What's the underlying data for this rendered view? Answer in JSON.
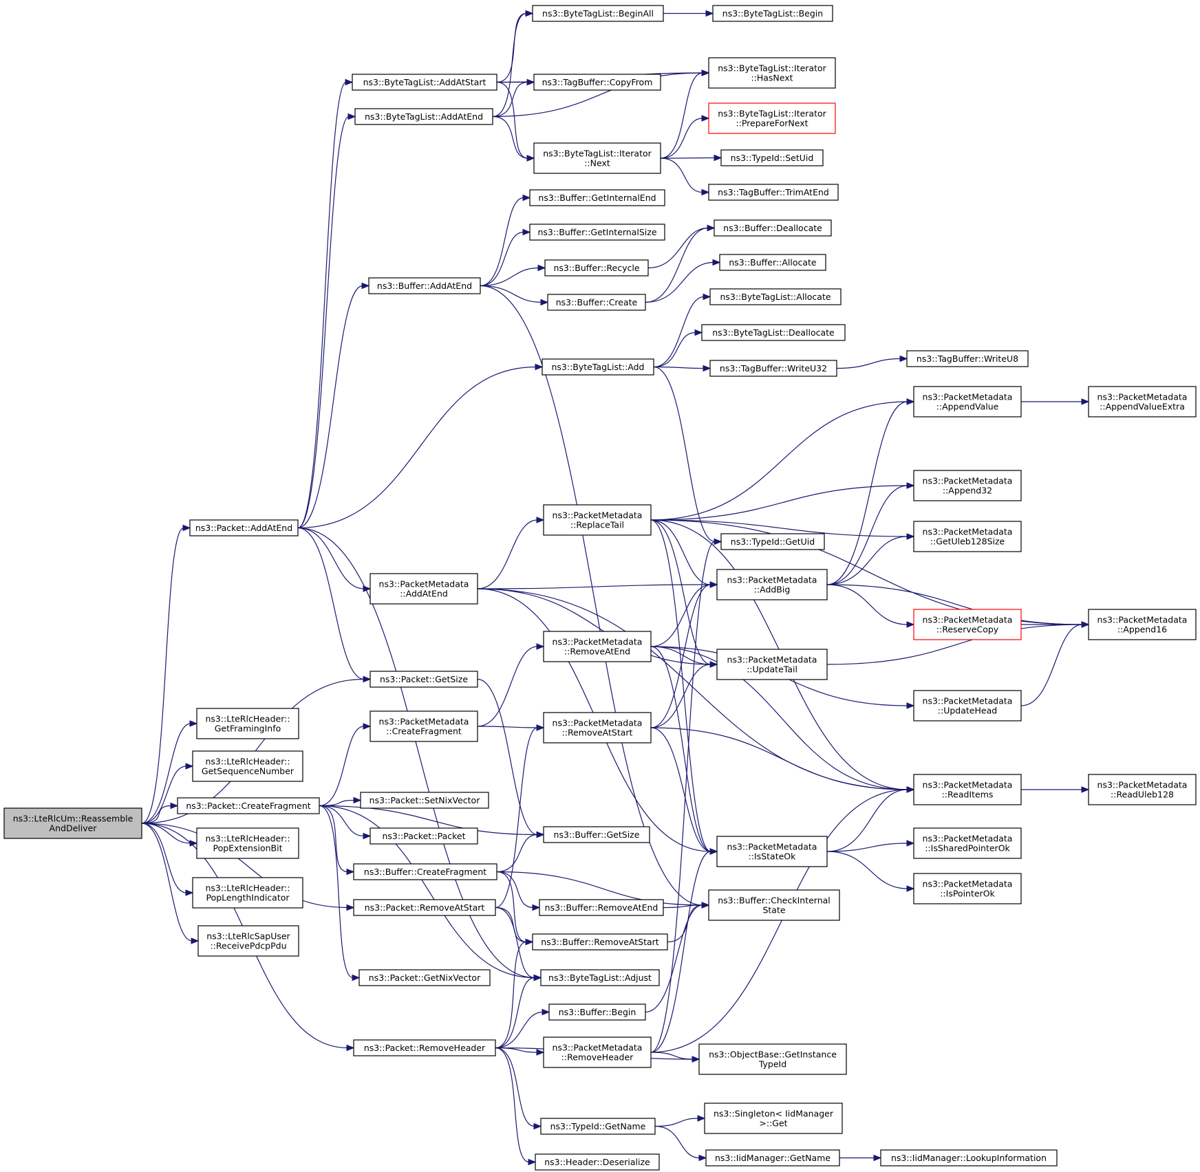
{
  "diagram": {
    "type": "call-graph",
    "colors": {
      "edge": "#191970",
      "root_fill": "#bfbfbf",
      "truncated_border": "#ff0000",
      "node_border": "#000000"
    },
    "nodes": [
      {
        "id": "n0",
        "lines": [
          "ns3::LteRlcUm::Reassemble",
          "AndDeliver"
        ],
        "root": true
      },
      {
        "id": "n1",
        "lines": [
          "ns3::Packet::AddAtEnd"
        ]
      },
      {
        "id": "n2",
        "lines": [
          "ns3::ByteTagList::AddAtStart"
        ]
      },
      {
        "id": "n3",
        "lines": [
          "ns3::ByteTagList::BeginAll"
        ]
      },
      {
        "id": "n4",
        "lines": [
          "ns3::ByteTagList::Begin"
        ]
      },
      {
        "id": "n5",
        "lines": [
          "ns3::ByteTagList::Iterator",
          "::HasNext"
        ]
      },
      {
        "id": "n6",
        "lines": [
          "ns3::TagBuffer::CopyFrom"
        ]
      },
      {
        "id": "n7",
        "lines": [
          "ns3::ByteTagList::Iterator",
          "::Next"
        ]
      },
      {
        "id": "n8",
        "lines": [
          "ns3::ByteTagList::Iterator",
          "::PrepareForNext"
        ],
        "truncated": true
      },
      {
        "id": "n9",
        "lines": [
          "ns3::TypeId::SetUid"
        ]
      },
      {
        "id": "n10",
        "lines": [
          "ns3::TagBuffer::TrimAtEnd"
        ]
      },
      {
        "id": "n11",
        "lines": [
          "ns3::ByteTagList::AddAtEnd"
        ]
      },
      {
        "id": "n12",
        "lines": [
          "ns3::Buffer::AddAtEnd"
        ]
      },
      {
        "id": "n13",
        "lines": [
          "ns3::Buffer::GetInternalEnd"
        ]
      },
      {
        "id": "n14",
        "lines": [
          "ns3::Buffer::GetInternalSize"
        ]
      },
      {
        "id": "n15",
        "lines": [
          "ns3::Buffer::Recycle"
        ]
      },
      {
        "id": "n16",
        "lines": [
          "ns3::Buffer::Deallocate"
        ]
      },
      {
        "id": "n17",
        "lines": [
          "ns3::Buffer::Create"
        ]
      },
      {
        "id": "n18",
        "lines": [
          "ns3::Buffer::Allocate"
        ]
      },
      {
        "id": "n19",
        "lines": [
          "ns3::Buffer::CheckInternal",
          "State"
        ]
      },
      {
        "id": "n20",
        "lines": [
          "ns3::ByteTagList::Add"
        ]
      },
      {
        "id": "n21",
        "lines": [
          "ns3::ByteTagList::Allocate"
        ]
      },
      {
        "id": "n22",
        "lines": [
          "ns3::ByteTagList::Deallocate"
        ]
      },
      {
        "id": "n23",
        "lines": [
          "ns3::TagBuffer::WriteU32"
        ]
      },
      {
        "id": "n24",
        "lines": [
          "ns3::TagBuffer::WriteU8"
        ]
      },
      {
        "id": "n25",
        "lines": [
          "ns3::TypeId::GetUid"
        ]
      },
      {
        "id": "n26",
        "lines": [
          "ns3::PacketMetadata",
          "::AddAtEnd"
        ]
      },
      {
        "id": "n27",
        "lines": [
          "ns3::PacketMetadata",
          "::ReplaceTail"
        ]
      },
      {
        "id": "n28",
        "lines": [
          "ns3::PacketMetadata",
          "::AppendValue"
        ]
      },
      {
        "id": "n29",
        "lines": [
          "ns3::PacketMetadata",
          "::AppendValueExtra"
        ]
      },
      {
        "id": "n30",
        "lines": [
          "ns3::PacketMetadata",
          "::Append16"
        ]
      },
      {
        "id": "n31",
        "lines": [
          "ns3::PacketMetadata",
          "::Append32"
        ]
      },
      {
        "id": "n32",
        "lines": [
          "ns3::PacketMetadata",
          "::GetUleb128Size"
        ]
      },
      {
        "id": "n33",
        "lines": [
          "ns3::PacketMetadata",
          "::AddBig"
        ]
      },
      {
        "id": "n34",
        "lines": [
          "ns3::PacketMetadata",
          "::ReserveCopy"
        ],
        "truncated": true
      },
      {
        "id": "n35",
        "lines": [
          "ns3::PacketMetadata",
          "::UpdateTail"
        ]
      },
      {
        "id": "n36",
        "lines": [
          "ns3::PacketMetadata",
          "::ReadItems"
        ]
      },
      {
        "id": "n37",
        "lines": [
          "ns3::PacketMetadata",
          "::ReadUleb128"
        ]
      },
      {
        "id": "n38",
        "lines": [
          "ns3::PacketMetadata",
          "::UpdateHead"
        ]
      },
      {
        "id": "n39",
        "lines": [
          "ns3::PacketMetadata",
          "::IsStateOk"
        ]
      },
      {
        "id": "n40",
        "lines": [
          "ns3::PacketMetadata",
          "::IsSharedPointerOk"
        ]
      },
      {
        "id": "n41",
        "lines": [
          "ns3::PacketMetadata",
          "::IsPointerOk"
        ]
      },
      {
        "id": "n42",
        "lines": [
          "ns3::Packet::GetSize"
        ]
      },
      {
        "id": "n43",
        "lines": [
          "ns3::Buffer::GetSize"
        ]
      },
      {
        "id": "n44",
        "lines": [
          "ns3::LteRlcHeader::",
          "GetFramingInfo"
        ]
      },
      {
        "id": "n45",
        "lines": [
          "ns3::LteRlcHeader::",
          "GetSequenceNumber"
        ]
      },
      {
        "id": "n46",
        "lines": [
          "ns3::Packet::CreateFragment"
        ]
      },
      {
        "id": "n47",
        "lines": [
          "ns3::PacketMetadata",
          "::CreateFragment"
        ]
      },
      {
        "id": "n48",
        "lines": [
          "ns3::PacketMetadata",
          "::RemoveAtEnd"
        ]
      },
      {
        "id": "n49",
        "lines": [
          "ns3::PacketMetadata",
          "::RemoveAtStart"
        ]
      },
      {
        "id": "n50",
        "lines": [
          "ns3::Packet::SetNixVector"
        ]
      },
      {
        "id": "n51",
        "lines": [
          "ns3::Packet::Packet"
        ]
      },
      {
        "id": "n52",
        "lines": [
          "ns3::Buffer::CreateFragment"
        ]
      },
      {
        "id": "n53",
        "lines": [
          "ns3::Buffer::RemoveAtEnd"
        ]
      },
      {
        "id": "n54",
        "lines": [
          "ns3::Buffer::RemoveAtStart"
        ]
      },
      {
        "id": "n55",
        "lines": [
          "ns3::ByteTagList::Adjust"
        ]
      },
      {
        "id": "n56",
        "lines": [
          "ns3::Packet::RemoveAtStart"
        ]
      },
      {
        "id": "n57",
        "lines": [
          "ns3::Packet::GetNixVector"
        ]
      },
      {
        "id": "n58",
        "lines": [
          "ns3::LteRlcHeader::",
          "PopExtensionBit"
        ]
      },
      {
        "id": "n59",
        "lines": [
          "ns3::LteRlcHeader::",
          "PopLengthIndicator"
        ]
      },
      {
        "id": "n60",
        "lines": [
          "ns3::LteRlcSapUser",
          "::ReceivePdcpPdu"
        ]
      },
      {
        "id": "n61",
        "lines": [
          "ns3::Packet::RemoveHeader"
        ]
      },
      {
        "id": "n62",
        "lines": [
          "ns3::Buffer::Begin"
        ]
      },
      {
        "id": "n63",
        "lines": [
          "ns3::PacketMetadata",
          "::RemoveHeader"
        ]
      },
      {
        "id": "n64",
        "lines": [
          "ns3::ObjectBase::GetInstance",
          "TypeId"
        ]
      },
      {
        "id": "n65",
        "lines": [
          "ns3::TypeId::GetName"
        ]
      },
      {
        "id": "n66",
        "lines": [
          "ns3::Singleton< IidManager",
          " >::Get"
        ]
      },
      {
        "id": "n67",
        "lines": [
          "ns3::IidManager::GetName"
        ]
      },
      {
        "id": "n68",
        "lines": [
          "ns3::IidManager::LookupInformation"
        ]
      },
      {
        "id": "n69",
        "lines": [
          "ns3::Header::Deserialize"
        ]
      }
    ],
    "edges": [
      [
        "n0",
        "n1"
      ],
      [
        "n0",
        "n42"
      ],
      [
        "n0",
        "n44"
      ],
      [
        "n0",
        "n45"
      ],
      [
        "n0",
        "n46"
      ],
      [
        "n0",
        "n58"
      ],
      [
        "n0",
        "n59"
      ],
      [
        "n0",
        "n60"
      ],
      [
        "n0",
        "n56"
      ],
      [
        "n0",
        "n61"
      ],
      [
        "n1",
        "n2"
      ],
      [
        "n1",
        "n11"
      ],
      [
        "n1",
        "n12"
      ],
      [
        "n1",
        "n20"
      ],
      [
        "n1",
        "n26"
      ],
      [
        "n1",
        "n42"
      ],
      [
        "n1",
        "n55"
      ],
      [
        "n2",
        "n3"
      ],
      [
        "n2",
        "n5"
      ],
      [
        "n2",
        "n6"
      ],
      [
        "n2",
        "n7"
      ],
      [
        "n3",
        "n4"
      ],
      [
        "n11",
        "n3"
      ],
      [
        "n11",
        "n5"
      ],
      [
        "n11",
        "n6"
      ],
      [
        "n11",
        "n7"
      ],
      [
        "n7",
        "n5"
      ],
      [
        "n7",
        "n8"
      ],
      [
        "n7",
        "n9"
      ],
      [
        "n7",
        "n10"
      ],
      [
        "n12",
        "n13"
      ],
      [
        "n12",
        "n14"
      ],
      [
        "n12",
        "n15"
      ],
      [
        "n12",
        "n17"
      ],
      [
        "n12",
        "n19"
      ],
      [
        "n15",
        "n16"
      ],
      [
        "n17",
        "n16"
      ],
      [
        "n17",
        "n18"
      ],
      [
        "n20",
        "n21"
      ],
      [
        "n20",
        "n22"
      ],
      [
        "n20",
        "n23"
      ],
      [
        "n20",
        "n25"
      ],
      [
        "n23",
        "n24"
      ],
      [
        "n26",
        "n27"
      ],
      [
        "n26",
        "n33"
      ],
      [
        "n26",
        "n35"
      ],
      [
        "n26",
        "n36"
      ],
      [
        "n26",
        "n39"
      ],
      [
        "n27",
        "n28"
      ],
      [
        "n27",
        "n30"
      ],
      [
        "n27",
        "n31"
      ],
      [
        "n27",
        "n32"
      ],
      [
        "n27",
        "n33"
      ],
      [
        "n27",
        "n35"
      ],
      [
        "n27",
        "n36"
      ],
      [
        "n27",
        "n39"
      ],
      [
        "n28",
        "n29"
      ],
      [
        "n33",
        "n28"
      ],
      [
        "n33",
        "n30"
      ],
      [
        "n33",
        "n31"
      ],
      [
        "n33",
        "n32"
      ],
      [
        "n33",
        "n34"
      ],
      [
        "n34",
        "n30"
      ],
      [
        "n35",
        "n30"
      ],
      [
        "n38",
        "n30"
      ],
      [
        "n36",
        "n37"
      ],
      [
        "n39",
        "n36"
      ],
      [
        "n39",
        "n40"
      ],
      [
        "n39",
        "n41"
      ],
      [
        "n42",
        "n43"
      ],
      [
        "n46",
        "n43"
      ],
      [
        "n46",
        "n47"
      ],
      [
        "n46",
        "n50"
      ],
      [
        "n46",
        "n51"
      ],
      [
        "n46",
        "n52"
      ],
      [
        "n46",
        "n55"
      ],
      [
        "n46",
        "n57"
      ],
      [
        "n47",
        "n48"
      ],
      [
        "n47",
        "n49"
      ],
      [
        "n48",
        "n33"
      ],
      [
        "n48",
        "n35"
      ],
      [
        "n48",
        "n38"
      ],
      [
        "n48",
        "n36"
      ],
      [
        "n48",
        "n39"
      ],
      [
        "n49",
        "n33"
      ],
      [
        "n49",
        "n35"
      ],
      [
        "n49",
        "n36"
      ],
      [
        "n49",
        "n39"
      ],
      [
        "n52",
        "n43"
      ],
      [
        "n52",
        "n53"
      ],
      [
        "n52",
        "n54"
      ],
      [
        "n52",
        "n19"
      ],
      [
        "n53",
        "n19"
      ],
      [
        "n54",
        "n19"
      ],
      [
        "n56",
        "n54"
      ],
      [
        "n56",
        "n55"
      ],
      [
        "n56",
        "n49"
      ],
      [
        "n61",
        "n54"
      ],
      [
        "n61",
        "n55"
      ],
      [
        "n61",
        "n62"
      ],
      [
        "n61",
        "n63"
      ],
      [
        "n61",
        "n64"
      ],
      [
        "n61",
        "n65"
      ],
      [
        "n61",
        "n69"
      ],
      [
        "n62",
        "n19"
      ],
      [
        "n63",
        "n25"
      ],
      [
        "n63",
        "n39"
      ],
      [
        "n63",
        "n36"
      ],
      [
        "n63",
        "n64"
      ],
      [
        "n65",
        "n66"
      ],
      [
        "n65",
        "n67"
      ],
      [
        "n67",
        "n68"
      ]
    ]
  }
}
